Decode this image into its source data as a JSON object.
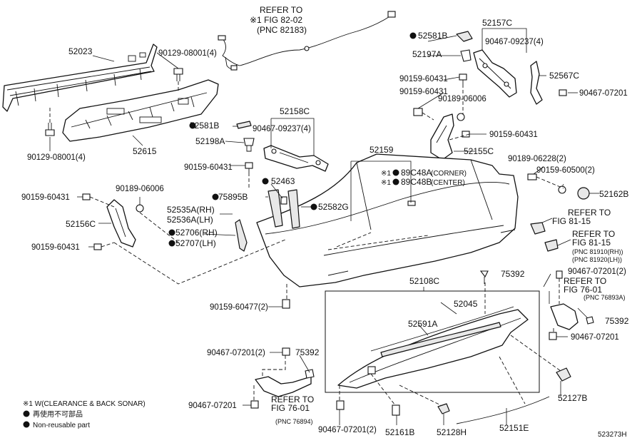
{
  "labels": {
    "refer_8202_l1": "REFER TO",
    "refer_8202_l2": "※1 FIG 82-02",
    "refer_8202_l3": "(PNC 82183)",
    "p52023": "52023",
    "p90129_top": "90129-08001(4)",
    "p90129_bot": "90129-08001(4)",
    "p52615": "52615",
    "p52581B_a": "52581B",
    "p52198A": "52198A",
    "p90159_60431_a": "90159-60431",
    "p52158C": "52158C",
    "p90467_09237_a": "90467-09237(4)",
    "p52581B_b": "52581B",
    "p52197A": "52197A",
    "p52157C": "52157C",
    "p90467_09237_b": "90467-09237(4)",
    "p52567C": "52567C",
    "p90159_60431_b": "90159-60431",
    "p90159_60431_c": "90159-60431",
    "p90189_06006_a": "90189-06006",
    "p90467_07201_a": "90467-07201",
    "p90159_60431_d": "90159-60431",
    "p52155C": "52155C",
    "p52159": "52159",
    "p89C48A": "89C48A",
    "p89C48A_note": "(CORNER)",
    "p89C48B": "89C48B",
    "p89C48B_note": "(CENTER)",
    "p90189_06228": "90189-06228(2)",
    "p90159_60500": "90159-60500(2)",
    "p52162B": "52162B",
    "p90159_60431_e": "90159-60431",
    "p90189_06006_b": "90189-06006",
    "p52156C": "52156C",
    "p90159_60431_f": "90159-60431",
    "p52463": "52463",
    "p75895B": "75895B",
    "p52582G": "52582G",
    "p52535A": "52535A(RH)",
    "p52536A": "52536A(LH)",
    "p52706": "52706(RH)",
    "p52707": "52707(LH)",
    "refer_8115_a_l1": "REFER TO",
    "refer_8115_a_l2": "FIG 81-15",
    "refer_8115_b_l1": "REFER TO",
    "refer_8115_b_l2": "FIG 81-15",
    "refer_8115_b_l3": "(PNC 81910(RH))",
    "refer_8115_b_l4": "(PNC 81920(LH))",
    "p75392_a": "75392",
    "p90467_07201_b": "90467-07201(2)",
    "refer_7601_a_l1": "REFER TO",
    "refer_7601_a_l2": "FIG 76-01",
    "refer_7601_a_l3": "(PNC 76893A)",
    "p75392_b": "75392",
    "p90467_07201_c": "90467-07201",
    "p90159_60477": "90159-60477(2)",
    "p52108C": "52108C",
    "p52045": "52045",
    "p52591A": "52591A",
    "p90467_07201_d": "90467-07201(2)",
    "p75392_c": "75392",
    "p90467_07201_e": "90467-07201",
    "refer_7601_b_l1": "REFER TO",
    "refer_7601_b_l2": "FIG 76-01",
    "refer_7601_b_l3": "(PNC 76894)",
    "p90467_07201_f": "90467-07201(2)",
    "p52161B": "52161B",
    "p52128H": "52128H",
    "p52151E": "52151E",
    "p52127B": "52127B",
    "legend_note1": "※1 W(CLEARANCE & BACK SONAR)",
    "legend_note2": "再使用不可部品",
    "legend_note3": "Non-reusable part",
    "ref_mark_1": "※1",
    "ref_mark_2": "※1",
    "diagram_id": "523273H"
  }
}
